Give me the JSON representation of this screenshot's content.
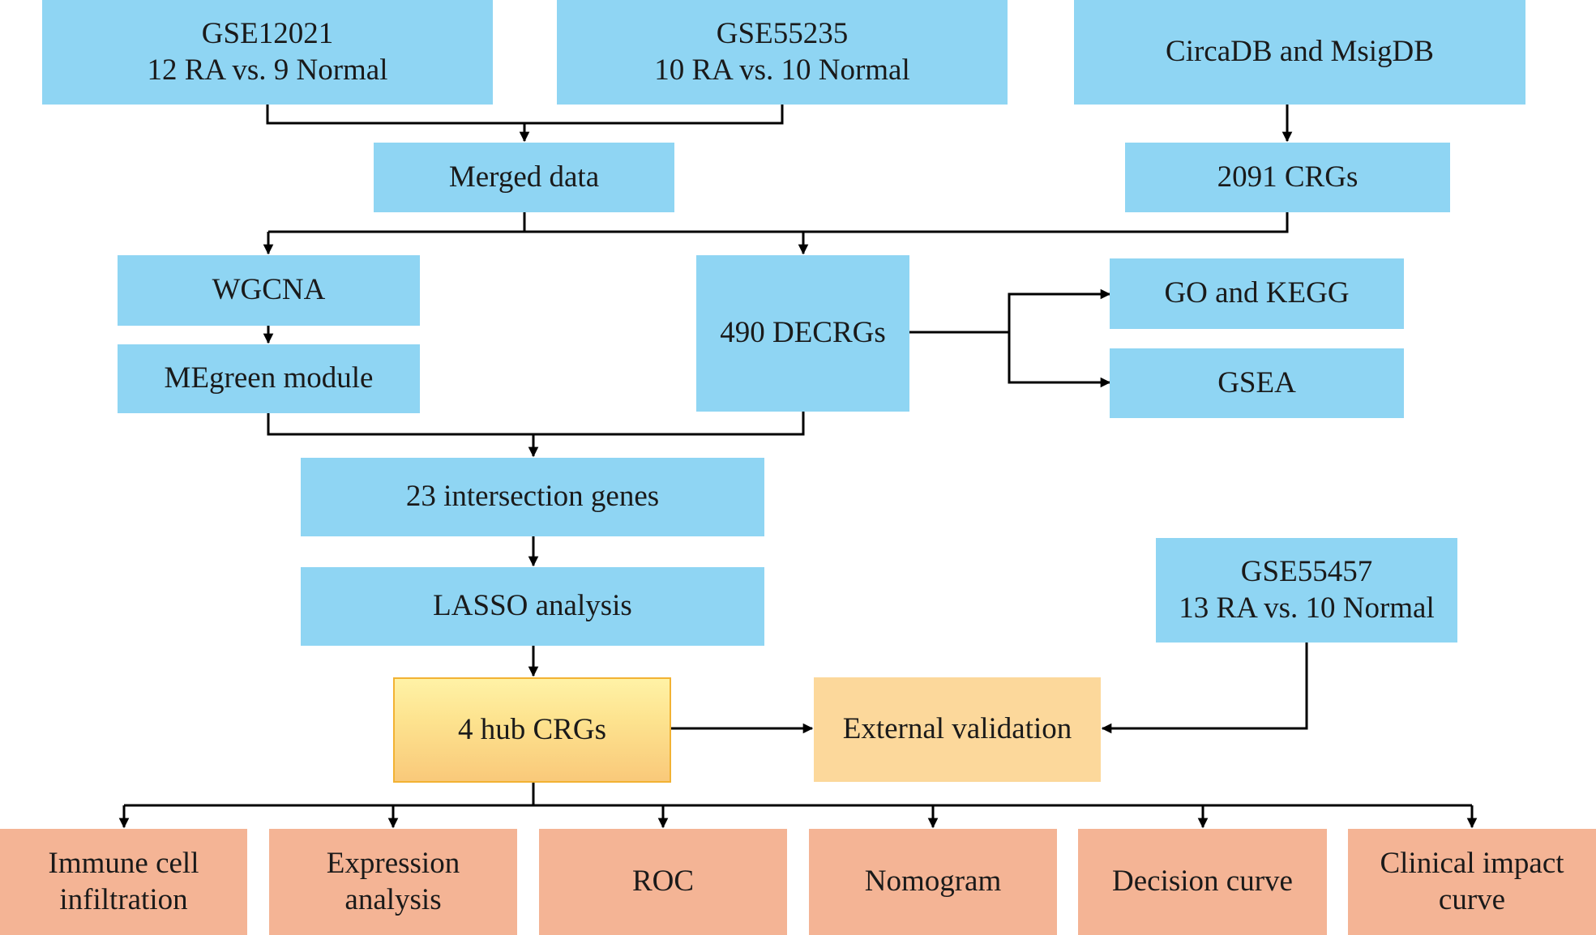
{
  "nodes": {
    "gse12021": {
      "lines": [
        "GSE12021",
        "12 RA vs. 9 Normal"
      ]
    },
    "gse55235": {
      "lines": [
        "GSE55235",
        "10 RA vs. 10 Normal"
      ]
    },
    "circadb": {
      "lines": [
        "CircaDB and MsigDB"
      ]
    },
    "merged": {
      "lines": [
        "Merged data"
      ]
    },
    "crgs2091": {
      "lines": [
        "2091 CRGs"
      ]
    },
    "wgcna": {
      "lines": [
        "WGCNA"
      ]
    },
    "decrgs": {
      "lines": [
        "490 DECRGs"
      ]
    },
    "gokegg": {
      "lines": [
        "GO and KEGG"
      ]
    },
    "megreen": {
      "lines": [
        "MEgreen module"
      ]
    },
    "gsea": {
      "lines": [
        "GSEA"
      ]
    },
    "intersection": {
      "lines": [
        "23 intersection genes"
      ]
    },
    "gse55457": {
      "lines": [
        "GSE55457",
        "13 RA vs. 10 Normal"
      ]
    },
    "lasso": {
      "lines": [
        "LASSO analysis"
      ]
    },
    "hub": {
      "lines": [
        "4 hub CRGs"
      ]
    },
    "external": {
      "lines": [
        "External validation"
      ]
    },
    "immune": {
      "lines": [
        "Immune cell",
        "infiltration"
      ]
    },
    "expression": {
      "lines": [
        "Expression",
        "analysis"
      ]
    },
    "roc": {
      "lines": [
        "ROC"
      ]
    },
    "nomogram": {
      "lines": [
        "Nomogram"
      ]
    },
    "decision": {
      "lines": [
        "Decision curve"
      ]
    },
    "clinical": {
      "lines": [
        "Clinical impact",
        "curve"
      ]
    }
  },
  "colors": {
    "blue": "#8fd5f3",
    "yellow": "#fcd89b",
    "salmon": "#f4b495",
    "line": "#000000"
  }
}
